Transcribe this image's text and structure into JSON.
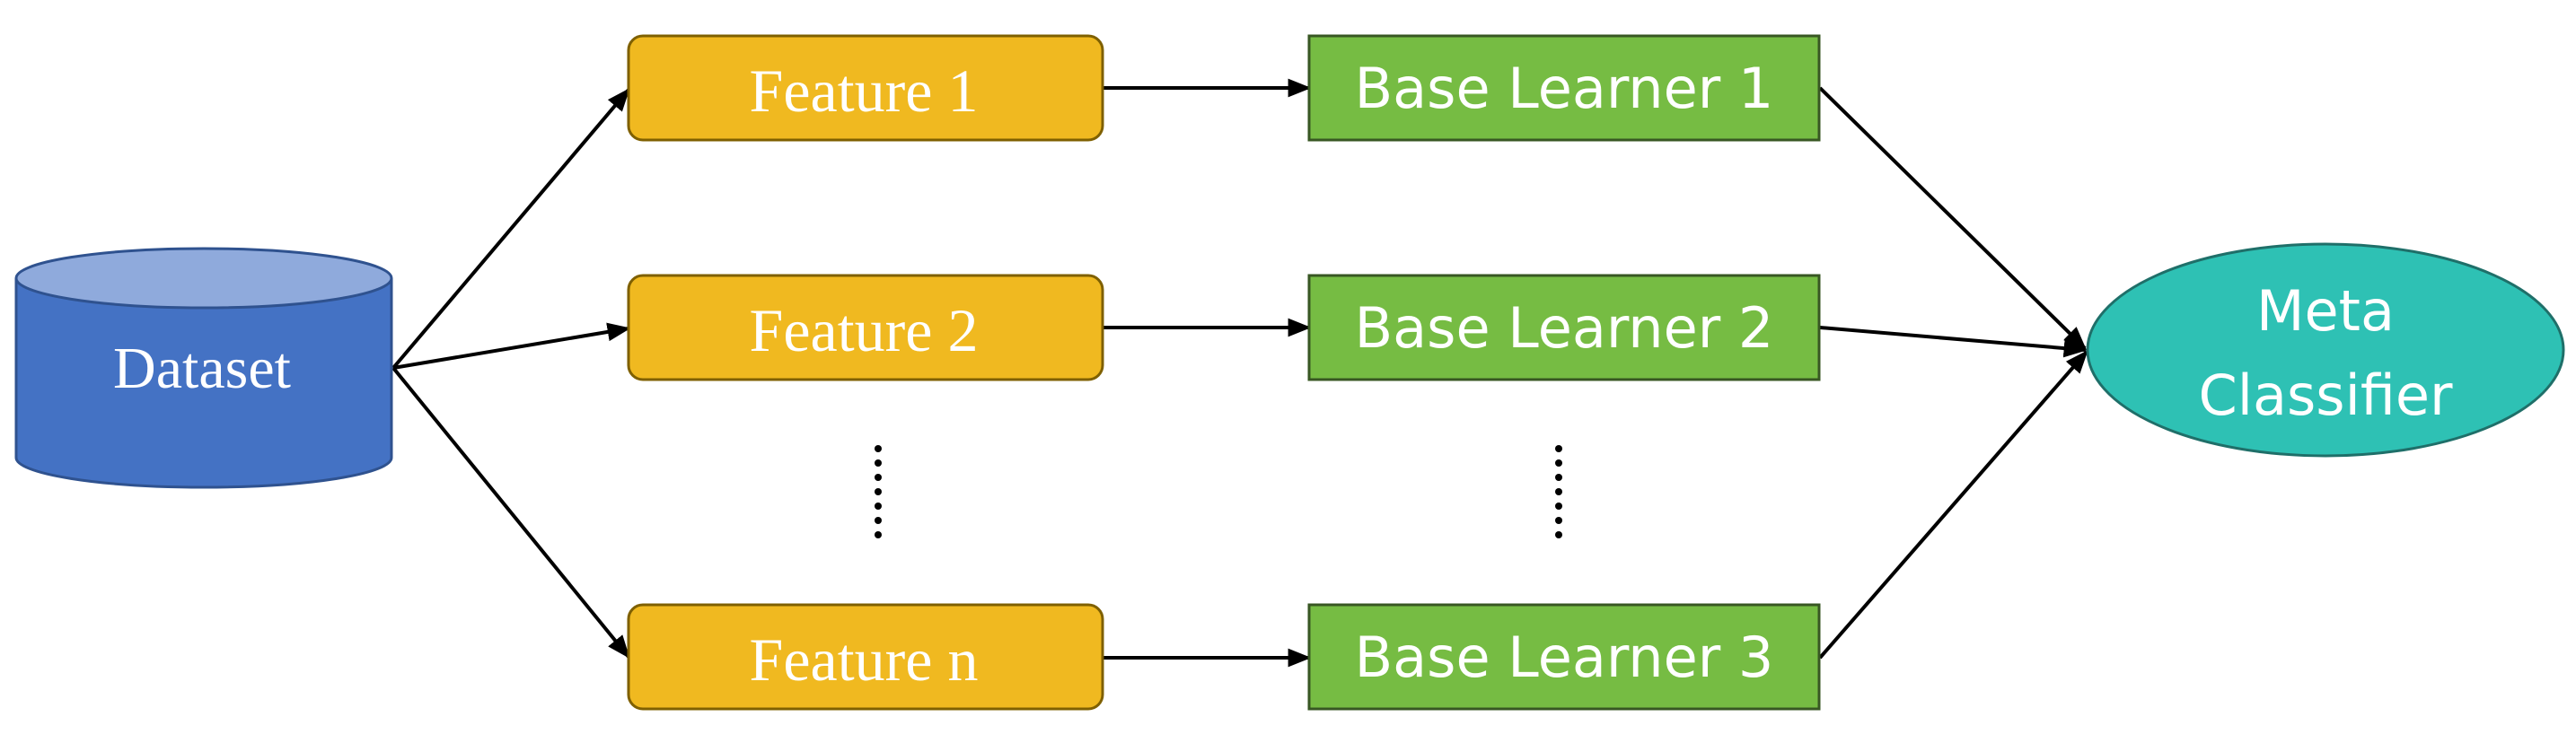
{
  "nodes": {
    "dataset": {
      "label": "Dataset"
    },
    "features": [
      {
        "label": "Feature 1"
      },
      {
        "label": "Feature 2"
      },
      {
        "label": "Feature n"
      }
    ],
    "learners": [
      {
        "label": "Base Learner 1"
      },
      {
        "label": "Base Learner 2"
      },
      {
        "label": "Base Learner 3"
      }
    ],
    "meta": {
      "line1": "Meta",
      "line2": "Classifier"
    }
  },
  "colors": {
    "dataset_fill": "#4472c4",
    "dataset_top": "#8faadc",
    "dataset_stroke": "#2f528f",
    "feature_fill": "#f0b920",
    "feature_stroke": "#7f6000",
    "learner_fill": "#76bc43",
    "learner_stroke": "#385723",
    "meta_fill": "#2ec1b4",
    "meta_stroke": "#1f6f69",
    "arrow": "#000000",
    "text": "#ffffff"
  }
}
